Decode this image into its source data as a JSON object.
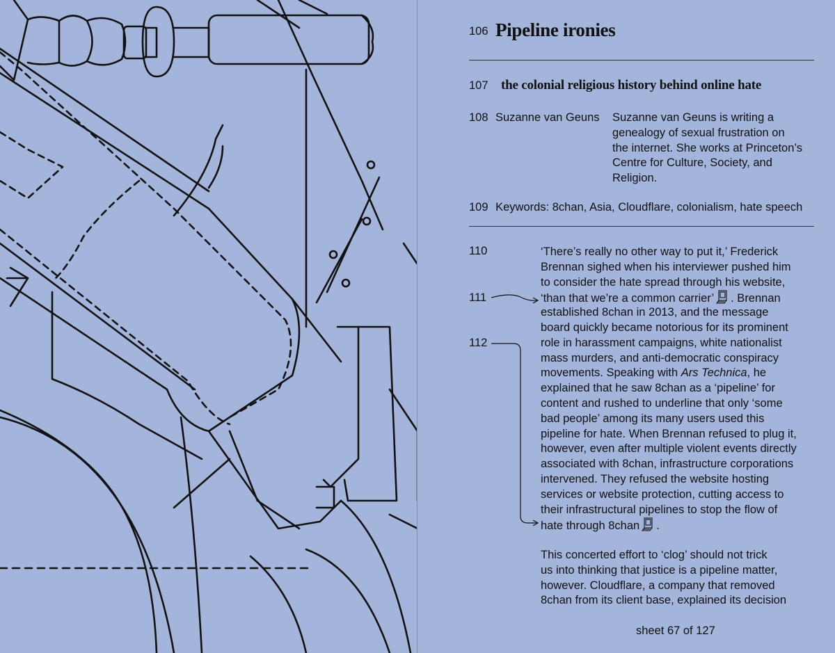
{
  "page": {
    "title_number": "106",
    "title": "Pipeline ironies",
    "subtitle_number": "107",
    "subtitle": "the colonial religious history behind online hate",
    "author_number": "108",
    "author": "Suzanne van Geuns",
    "bio_lines": [
      "Suzanne van Geuns is writing a",
      "genealogy of sexual frustration on",
      "the internet. She works at Princeton’s",
      "Centre for Culture, Society, and",
      "Religion."
    ],
    "keywords_number": "109",
    "keywords_label": "Keywords:",
    "keywords": "8chan, Asia, Cloudflare, colonialism, hate speech",
    "line_numbers": [
      "110",
      "111",
      "112"
    ],
    "body_lines": [
      "‘There’s really no other way to put it,’ Frederick",
      "Brennan sighed when his interviewer pushed him",
      "to consider the hate spread through his website,",
      "‘than that we’re a common carrier’",
      ". Brennan",
      "established 8chan in 2013, and the message",
      "board quickly became notorious for its prominent",
      "role in harassment campaigns, white nationalist",
      "mass murders, and anti-democratic conspiracy",
      "movements. Speaking with ",
      "Ars Technica",
      ", he",
      "explained that he saw 8chan as a ‘pipeline’ for",
      "content and rushed to underline that only ‘some",
      "bad people’ among its many users used this",
      "pipeline for hate. When Brennan refused to plug it,",
      "however, even after multiple violent events directly",
      "associated with 8chan, infrastructure corporations",
      "intervened. They refused the website hosting",
      "services or website protection, cutting access to",
      "their infrastructural pipelines to stop the flow of",
      "hate through 8chan",
      ".",
      "This concerted effort to ‘clog’ should not trick",
      "us into thinking that justice is a pipeline matter,",
      "however. Cloudflare, a company that removed",
      "8chan from its client base, explained its decision"
    ],
    "footer": "sheet 67 of 127"
  }
}
